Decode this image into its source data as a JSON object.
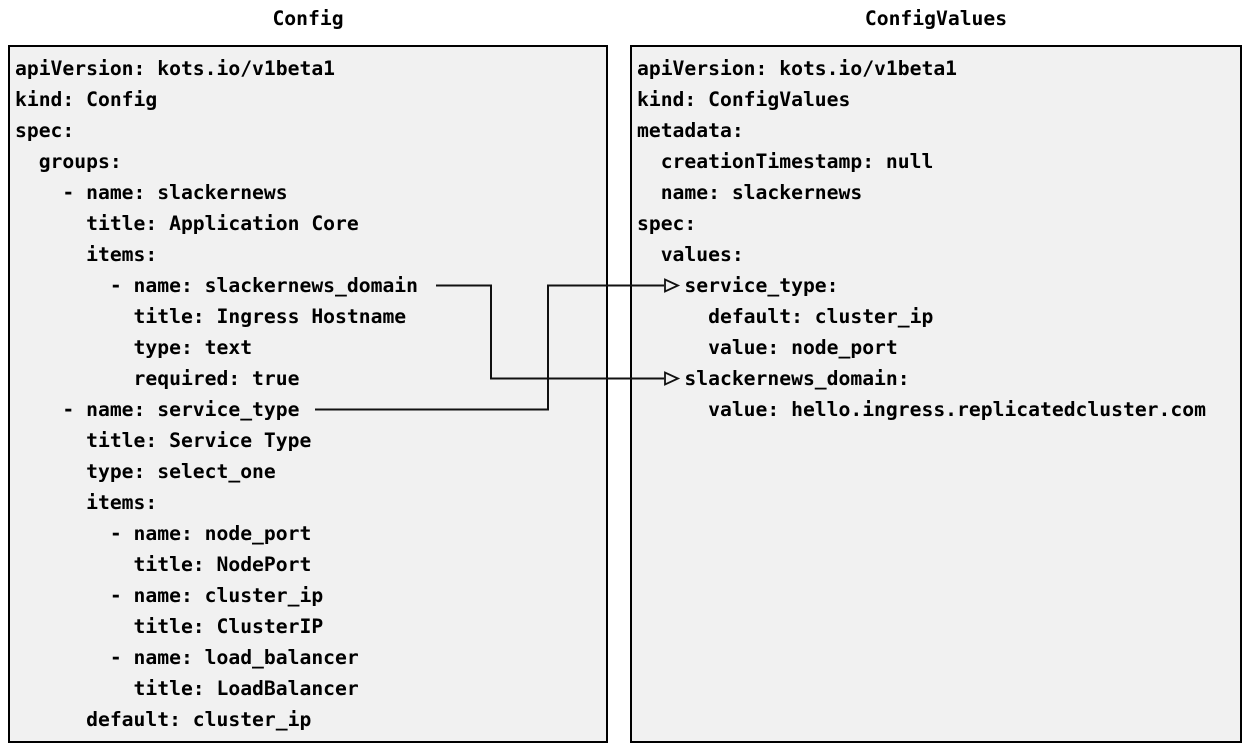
{
  "panels": {
    "config": {
      "title": "Config",
      "yaml": "apiVersion: kots.io/v1beta1\nkind: Config\nspec:\n  groups:\n    - name: slackernews\n      title: Application Core\n      items:\n        - name: slackernews_domain\n          title: Ingress Hostname\n          type: text\n          required: true\n    - name: service_type\n      title: Service Type\n      type: select_one\n      items:\n        - name: node_port\n          title: NodePort\n        - name: cluster_ip\n          title: ClusterIP\n        - name: load_balancer\n          title: LoadBalancer\n      default: cluster_ip"
    },
    "config_values": {
      "title": "ConfigValues",
      "yaml": "apiVersion: kots.io/v1beta1\nkind: ConfigValues\nmetadata:\n  creationTimestamp: null\n  name: slackernews\nspec:\n  values:\n    service_type:\n      default: cluster_ip\n      value: node_port\n    slackernews_domain:\n      value: hello.ingress.replicatedcluster.com"
    }
  },
  "connections": [
    {
      "from": "Config item: slackernews_domain",
      "to": "ConfigValues key: slackernews_domain"
    },
    {
      "from": "Config item: service_type",
      "to": "ConfigValues key: service_type"
    }
  ],
  "colors": {
    "page_background": "#ffffff",
    "panel_background": "#f1f1f1",
    "panel_border": "#000000",
    "text": "#000000",
    "connector": "#111111"
  }
}
